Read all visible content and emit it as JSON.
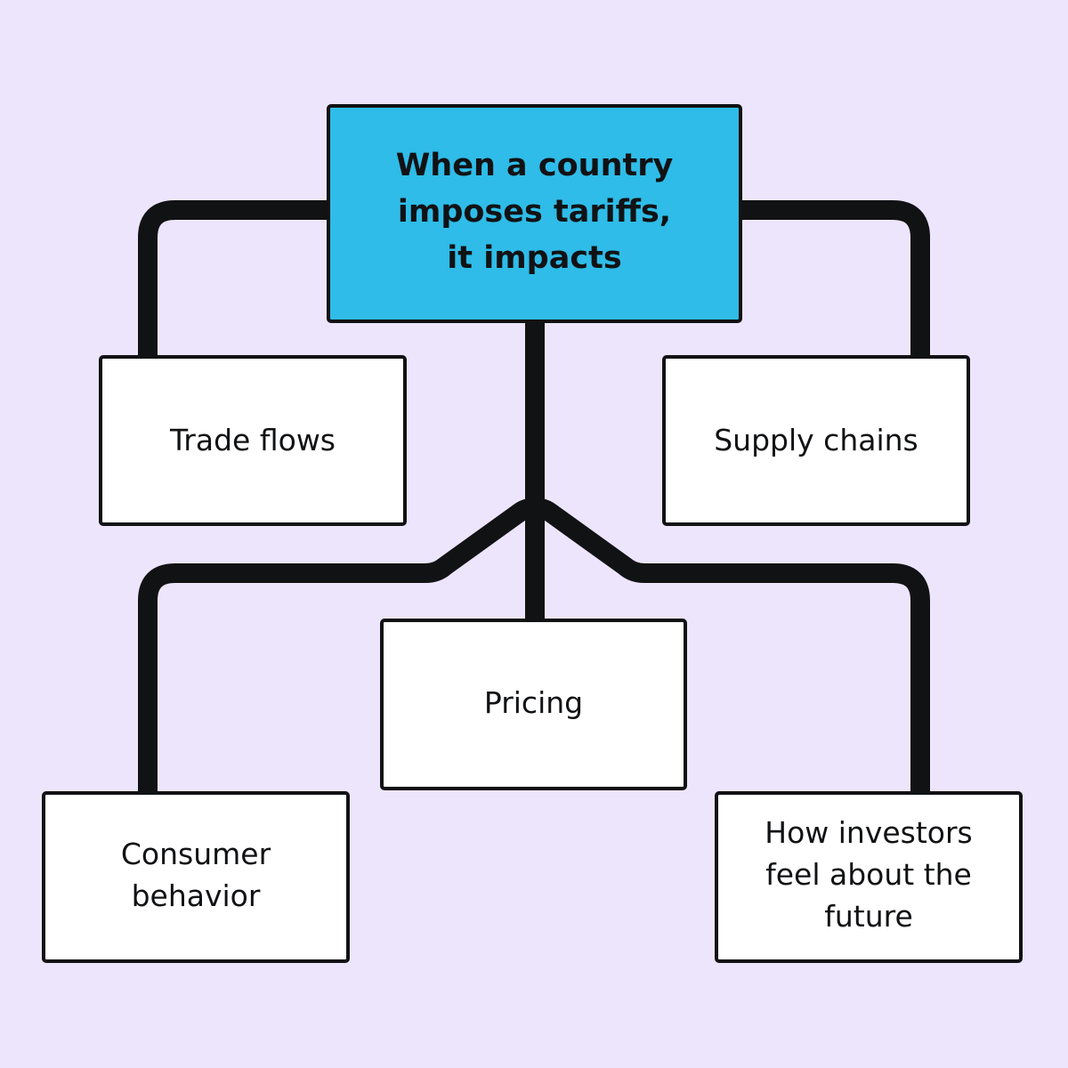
{
  "colors": {
    "background": "#ede5fc",
    "root_fill": "#2fbce8",
    "node_fill": "#ffffff",
    "line": "#111214"
  },
  "diagram": {
    "root": "When a country\nimposes tariffs,\nit impacts",
    "impacts": {
      "trade_flows": "Trade flows",
      "supply_chains": "Supply chains",
      "pricing": "Pricing",
      "consumer_behavior": "Consumer\nbehavior",
      "investor_sentiment": "How investors\nfeel about the\nfuture"
    }
  }
}
